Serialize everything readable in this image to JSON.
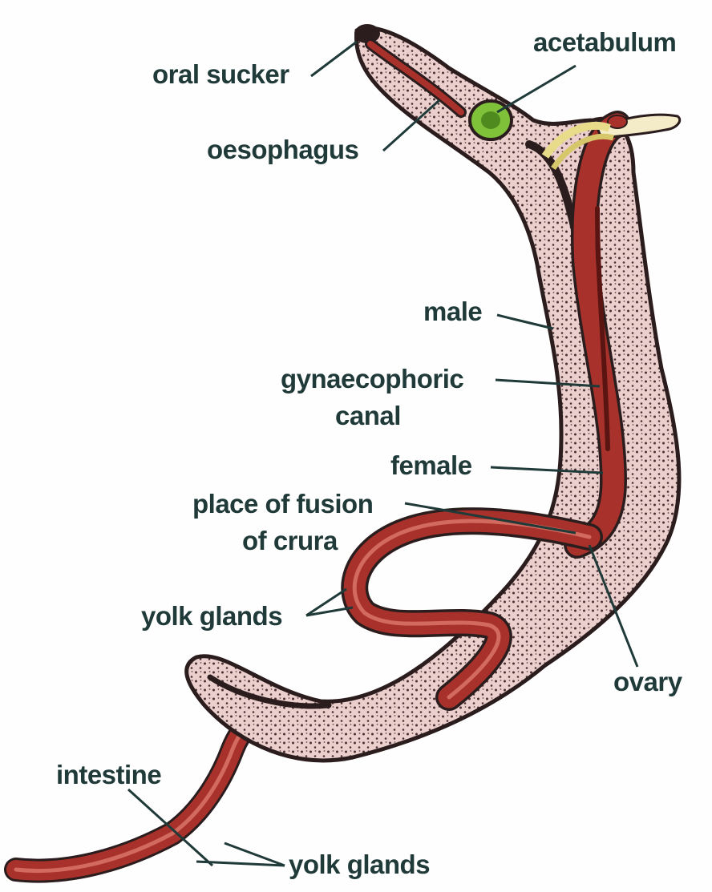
{
  "diagram": {
    "colors": {
      "male_body": "#e8cccb",
      "outline": "#2b1d1d",
      "female_body": "#a8322b",
      "acetabulum": "#7fc23a",
      "label_text": "#1f3a38"
    },
    "labels": {
      "oral_sucker": "oral sucker",
      "acetabulum": "acetabulum",
      "oesophagus": "oesophagus",
      "male": "male",
      "gynaecophoric_1": "gynaecophoric",
      "gynaecophoric_2": "canal",
      "female": "female",
      "place_of_fusion_1": "place of fusion",
      "place_of_fusion_2": "of crura",
      "yolk_glands_upper": "yolk glands",
      "ovary": "ovary",
      "intestine": "intestine",
      "yolk_glands_lower": "yolk glands"
    }
  }
}
